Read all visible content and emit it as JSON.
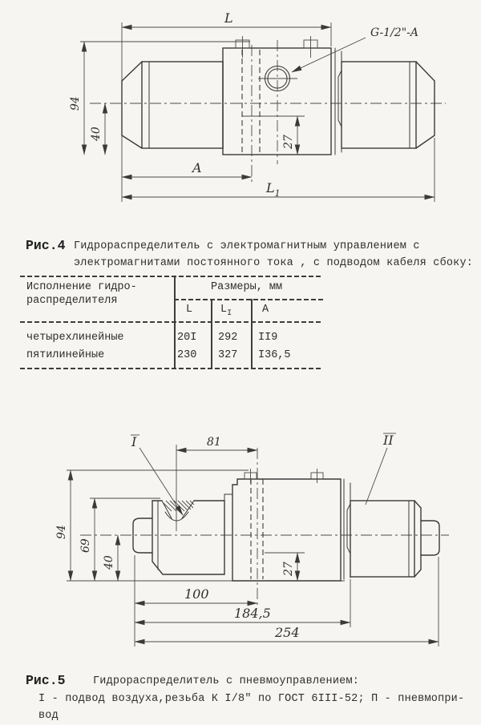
{
  "page": {
    "background": "#f6f5f1",
    "ink": "#333333"
  },
  "figure4": {
    "drawing_labels": {
      "L": "L",
      "L1_main": "L",
      "L1_sub": "1",
      "A": "A",
      "h94": "94",
      "h40": "40",
      "h27": "27",
      "port_thread": "G-1/2\"-A"
    },
    "caption": {
      "label": "Рис.4",
      "line1": "Гидрораспределитель с электромагнитным управлением с",
      "line2": "электромагнитами постоянного тока , с подводом кабеля сбоку:"
    }
  },
  "table": {
    "col1_header": [
      "Исполнение гидро-",
      "распределителя"
    ],
    "group_header": "Размеры, мм",
    "sub_headers": {
      "L": "L",
      "L1_main": "L",
      "L1_sub": "I",
      "A": "A"
    },
    "rows": [
      {
        "name": "четырехлинейные",
        "L": "20I",
        "L1": "292",
        "A": "II9"
      },
      {
        "name": "пятилинейные",
        "L": "230",
        "L1": "327",
        "A": "I36,5"
      }
    ]
  },
  "figure5": {
    "drawing_labels": {
      "I": "I",
      "II": "II",
      "d81": "81",
      "h94": "94",
      "h69": "69",
      "h40": "40",
      "h27": "27",
      "d100": "100",
      "d184": "184,5",
      "d254": "254"
    },
    "caption": {
      "label": "Рис.5",
      "line1": "Гидрораспределитель с пневмоуправлением:",
      "line2": "I - подвод воздуха,резьба К I/8\" по ГОСТ 6III-52; П - пневмопри-",
      "line3": "вод"
    }
  }
}
